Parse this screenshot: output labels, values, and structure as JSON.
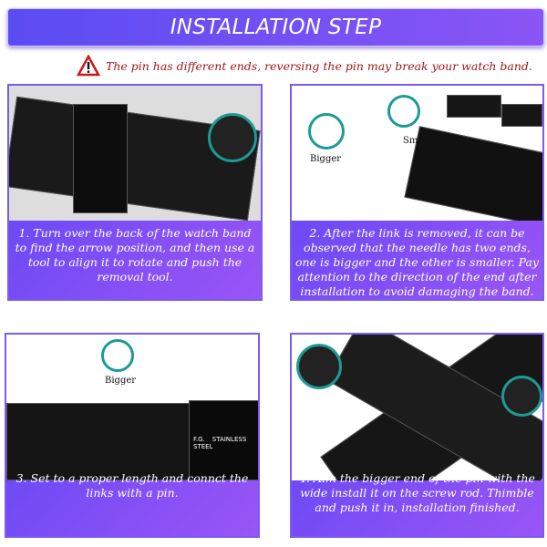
{
  "header": {
    "title": "INSTALLATION STEP"
  },
  "warning": {
    "icon": "warning-triangle-icon",
    "text": "The pin has different ends, reversing the pin may break your watch band."
  },
  "steps": [
    {
      "caption": "1. Turn over the back of the watch band to find the arrow position, and then use a tool to align it to rotate and push the removal tool."
    },
    {
      "caption": "2. After the link is removed, it can be observed that the needle has two ends, one is bigger and the other is smaller. Pay attention to the direction of the end after installation to avoid damaging the band.",
      "labels": {
        "bigger": "Bigger",
        "smaller": "Smaller"
      }
    },
    {
      "caption": "3. Set to a proper length and connct the links with a pin.",
      "labels": {
        "bigger": "Bigger",
        "brand": "F.G.",
        "material": "STAINLESS STEEL"
      }
    },
    {
      "caption": "4. Aim the bigger end of the pin with the wide install it on the screw rod. Thimble and push it in, installation finished."
    }
  ],
  "colors": {
    "accent": "#5a45f5",
    "warning": "#a01818",
    "teal": "#1e9a95"
  }
}
